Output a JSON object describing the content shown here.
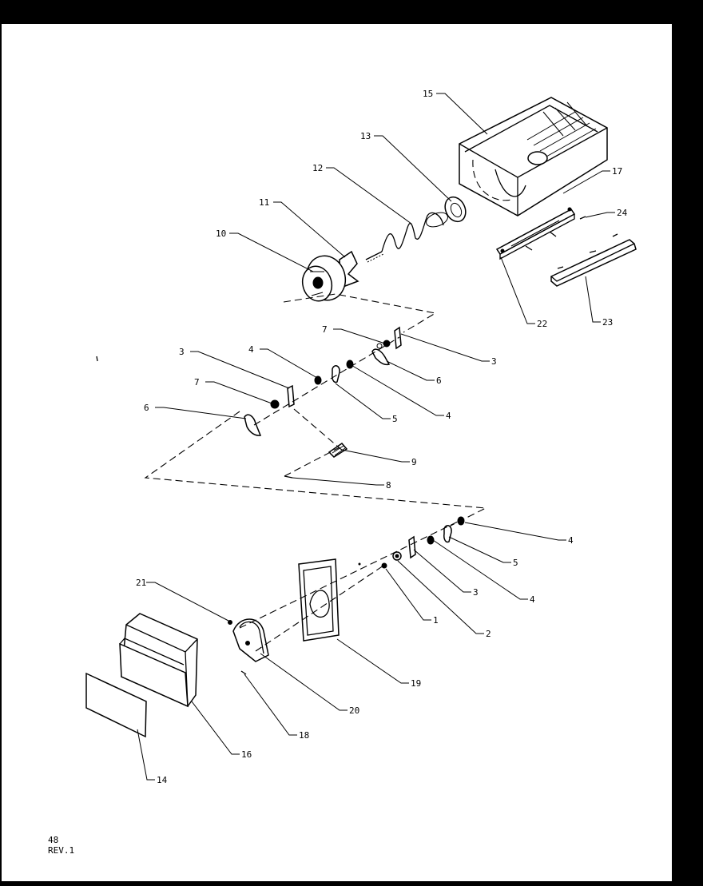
{
  "callouts": {
    "c15": "15",
    "c13": "13",
    "c12": "12",
    "c11": "11",
    "c10": "10",
    "c17": "17",
    "c24": "24",
    "c22": "22",
    "c23": "23",
    "c7a": "7",
    "c3a": "3",
    "c4a": "4",
    "c6a": "6",
    "c3b": "3",
    "c7b": "7",
    "c6b": "6",
    "c5a": "5",
    "c4b": "4",
    "c9": "9",
    "c8": "8",
    "c4c": "4",
    "c5b": "5",
    "c3c": "3",
    "c4d": "4",
    "c1": "1",
    "c2": "2",
    "c21": "21",
    "c19": "19",
    "c20": "20",
    "c18": "18",
    "c16": "16",
    "c14": "14"
  },
  "footer": {
    "page": "48",
    "revision": "REV.1"
  }
}
